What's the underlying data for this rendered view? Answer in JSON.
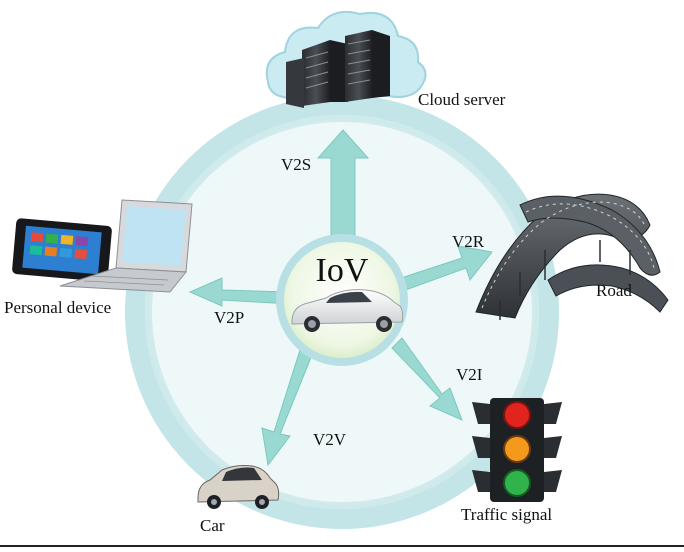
{
  "center": {
    "title": "IoV"
  },
  "nodes": {
    "cloud": "Cloud server",
    "road": "Road",
    "traffic": "Traffic signal",
    "car": "Car",
    "personal": "Personal device"
  },
  "links": {
    "v2s": "V2S",
    "v2r": "V2R",
    "v2i": "V2I",
    "v2v": "V2V",
    "v2p": "V2P"
  },
  "colors": {
    "ring_outer": "#bfe3e6",
    "ring_inner": "#e9f6f7",
    "arrow": "#8fd6cf",
    "cloud": "#bfe6ef",
    "car_body": "#f1f1f1",
    "light_red": "#e2241f",
    "light_amber": "#f39a1c",
    "light_green": "#2fb34a"
  }
}
